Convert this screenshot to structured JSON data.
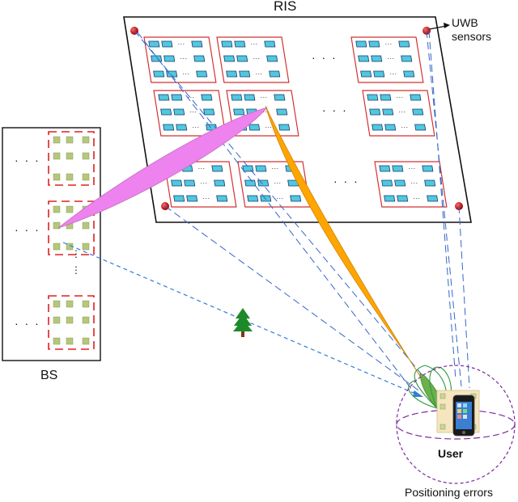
{
  "labels": {
    "ris": "RIS",
    "uwb_line1": "UWB",
    "uwb_line2": "sensors",
    "bs": "BS",
    "user": "User",
    "positioning_errors": "Positioning errors"
  },
  "colors": {
    "ris_element": "#4fc8e0",
    "ris_subarray_border": "#d23030",
    "bs_element": "#b5c77a",
    "bs_subarray_border": "#e02020",
    "beam_bs_ris": "#ee82ee",
    "beam_ris_user": "#ffa500",
    "beam_user": "#6ab04c",
    "los_link": "#2f7fd8",
    "ris_link": "#3566c9",
    "sensor": "#c00000",
    "error_circle": "#7a2aa0",
    "tree_foliage": "#1d8a2a",
    "tree_trunk": "#7a3a16"
  },
  "icons": [
    "uwb-sensor-icon",
    "tree-icon",
    "smartphone-icon"
  ]
}
